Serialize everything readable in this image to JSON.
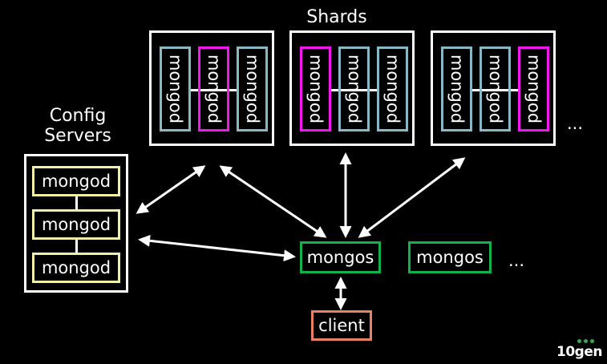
{
  "labels": {
    "shards": "Shards",
    "config_line1": "Config",
    "config_line2": "Servers",
    "shard_ellipsis": "...",
    "mongos_ellipsis": "...",
    "logo": "10gen"
  },
  "config_servers": [
    "mongod",
    "mongod",
    "mongod"
  ],
  "shards": [
    {
      "nodes": [
        "mongod",
        "mongod",
        "mongod"
      ],
      "primary_index": 1
    },
    {
      "nodes": [
        "mongod",
        "mongod",
        "mongod"
      ],
      "primary_index": 0
    },
    {
      "nodes": [
        "mongod",
        "mongod",
        "mongod"
      ],
      "primary_index": 2
    }
  ],
  "routers": [
    "mongos",
    "mongos"
  ],
  "client": "client",
  "colors": {
    "config": "#f1eea6",
    "secondary": "#88b9c5",
    "primary": "#f018ee",
    "mongos": "#14b04a",
    "client": "#ec8064",
    "logo_dots": "#3aa655"
  }
}
